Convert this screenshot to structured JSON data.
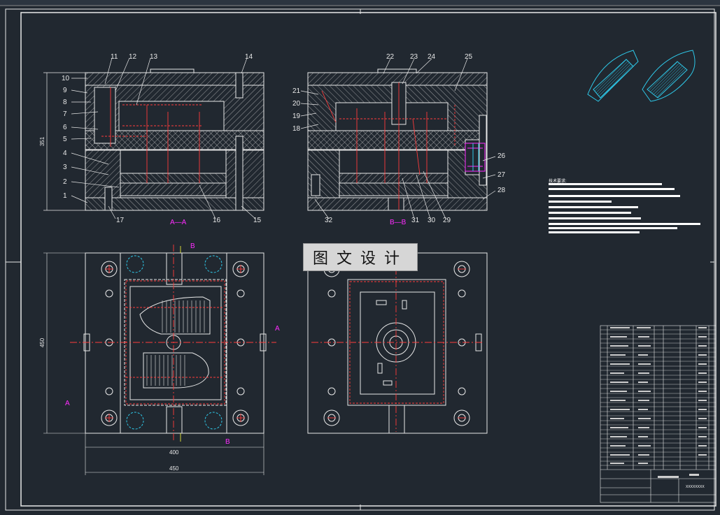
{
  "watermark": {
    "text": "图文设计"
  },
  "notes": {
    "title": "技术要求:"
  },
  "drawing_no": "XXXXXXXX",
  "views": {
    "section_aa": {
      "label": "A—A"
    },
    "section_bb": {
      "label": "B—B"
    }
  },
  "dimensions": {
    "height_left": "351",
    "height_plan": "450",
    "width_400": "400",
    "width_450": "450"
  },
  "part_numbers": {
    "left": [
      "1",
      "2",
      "3",
      "4",
      "5",
      "6",
      "7",
      "8",
      "9",
      "10",
      "11",
      "12",
      "13",
      "14",
      "15",
      "16",
      "17"
    ],
    "right": [
      "18",
      "19",
      "20",
      "21",
      "22",
      "23",
      "24",
      "25",
      "26",
      "27",
      "28",
      "29",
      "30",
      "31",
      "32"
    ]
  },
  "section_marks": {
    "A": "A",
    "B": "B"
  },
  "colors": {
    "background": "#212830",
    "lines": "#e8e8e8",
    "hidden": "#ff3b3b",
    "section_mark": "#ff2bff",
    "center": "#ff3b3b",
    "hidden_cyan": "#2ec8e8",
    "yellow": "#ffff3a"
  }
}
